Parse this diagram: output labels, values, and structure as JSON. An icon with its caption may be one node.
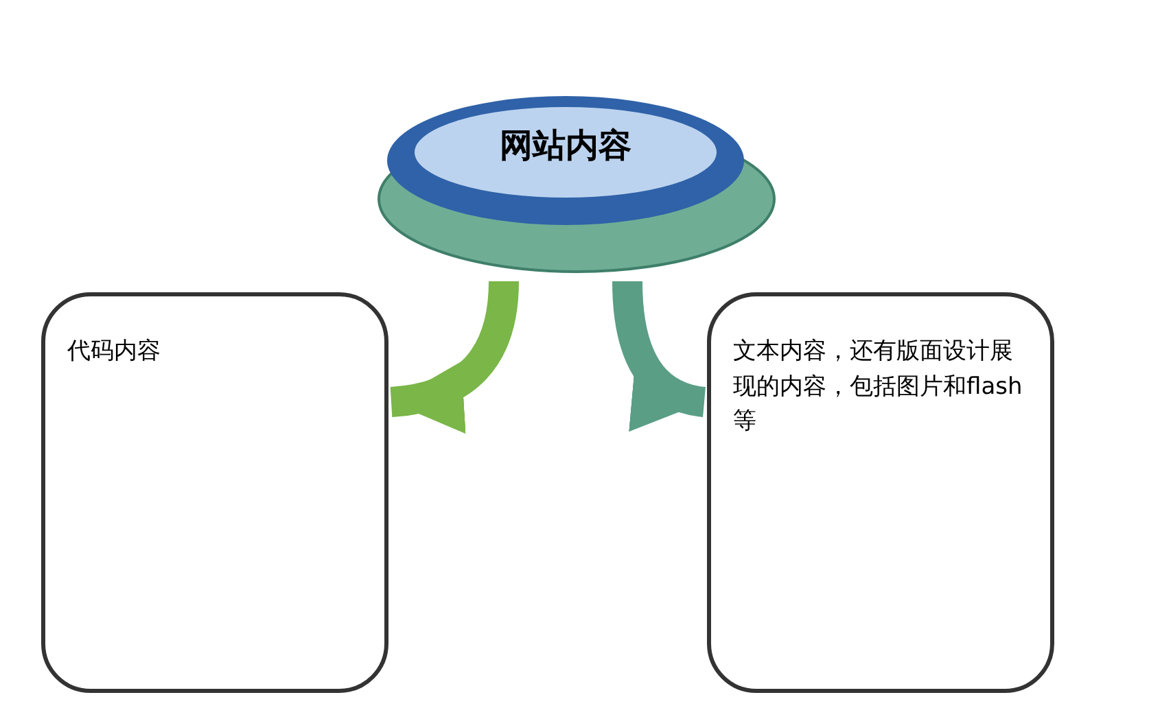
{
  "diagram": {
    "nodes": [
      {
        "text": [
          "网站内容"
        ]
      },
      {
        "text": [
          "代码内容"
        ]
      },
      {
        "text": [
          "文本内容，还有版面设计展现的内容，包括图片和flash等"
        ]
      }
    ],
    "edges": [
      {
        "from": 0,
        "to": 1,
        "arrow": "to",
        "color": "#7ab648"
      },
      {
        "from": 0,
        "to": 2,
        "arrow": "to",
        "color": "#5a9e86"
      }
    ]
  }
}
